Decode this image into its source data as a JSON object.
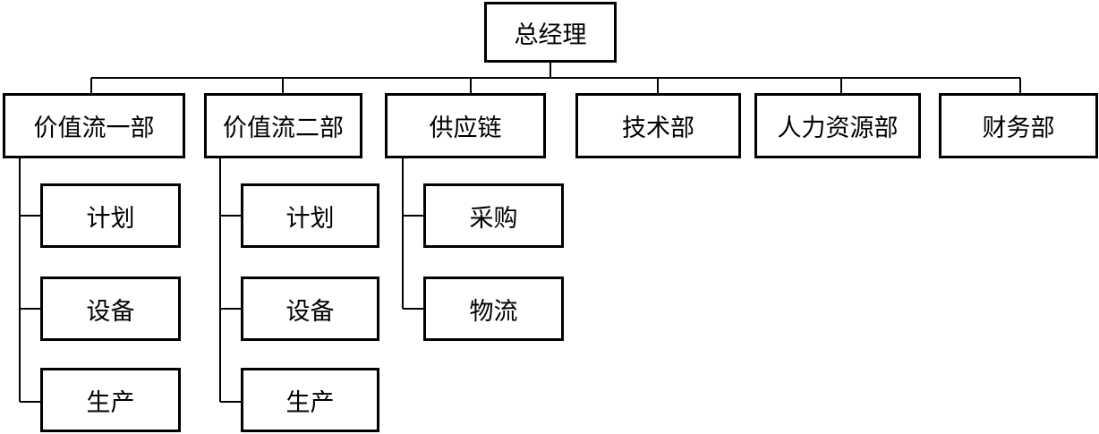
{
  "root": {
    "label": "总经理"
  },
  "departments": [
    {
      "label": "价值流一部",
      "children": [
        "计划",
        "设备",
        "生产"
      ]
    },
    {
      "label": "价值流二部",
      "children": [
        "计划",
        "设备",
        "生产"
      ]
    },
    {
      "label": "供应链",
      "children": [
        "采购",
        "物流"
      ]
    },
    {
      "label": "技术部",
      "children": []
    },
    {
      "label": "人力资源部",
      "children": []
    },
    {
      "label": "财务部",
      "children": []
    }
  ]
}
